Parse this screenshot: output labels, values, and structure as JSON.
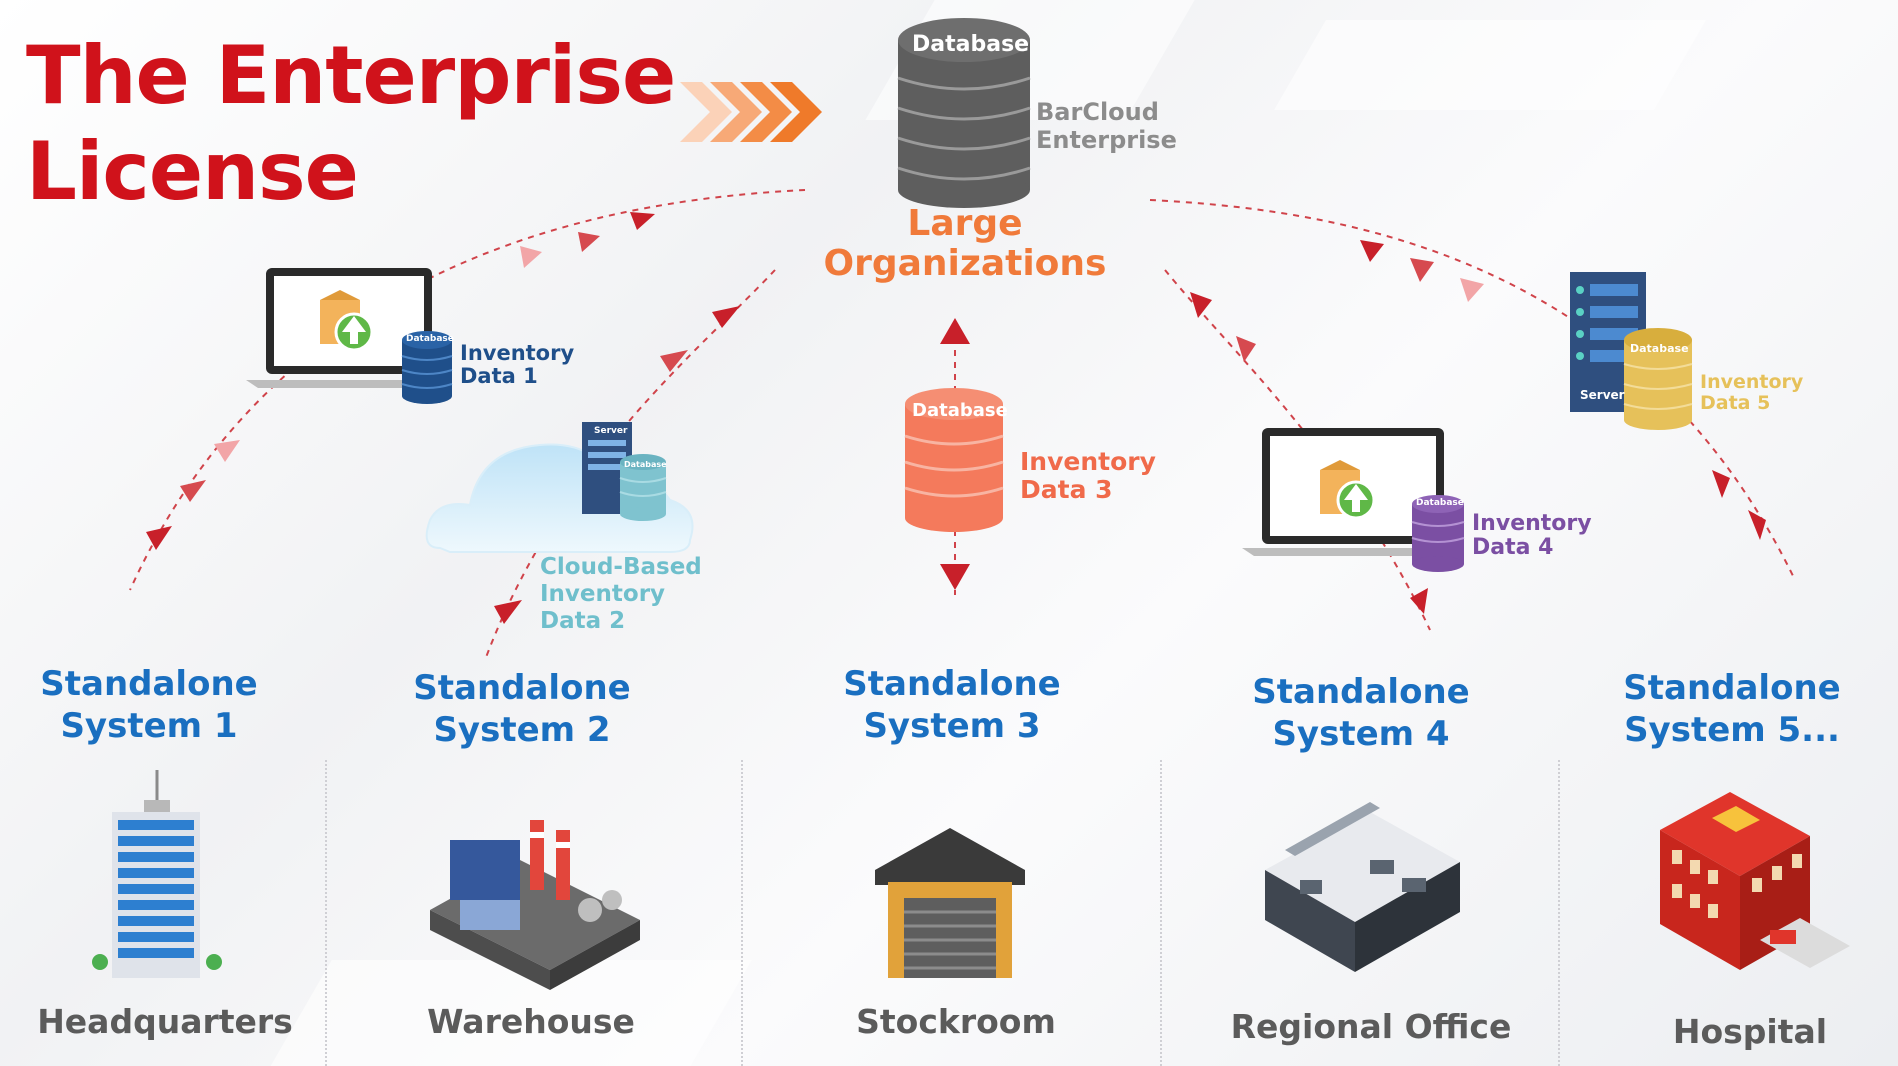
{
  "title": {
    "line1": "The Enterprise",
    "line2": "License"
  },
  "enterprise": {
    "db_label": "Database",
    "name_line1": "BarCloud",
    "name_line2": "Enterprise",
    "caption_line1": "Large",
    "caption_line2": "Organizations"
  },
  "inventories": [
    {
      "db_label": "Database",
      "line1": "Inventory",
      "line2": "Data 1"
    },
    {
      "server_label": "Server",
      "db_label": "Database",
      "line1": "Cloud-Based",
      "line2": "Inventory",
      "line3": "Data 2"
    },
    {
      "db_label": "Database",
      "line1": "Inventory",
      "line2": "Data 3"
    },
    {
      "db_label": "Database",
      "line1": "Inventory",
      "line2": "Data 4"
    },
    {
      "server_label": "Server",
      "db_label": "Database",
      "line1": "Inventory",
      "line2": "Data 5"
    }
  ],
  "systems": [
    {
      "line1": "Standalone",
      "line2": "System 1",
      "place": "Headquarters"
    },
    {
      "line1": "Standalone",
      "line2": "System 2",
      "place": "Warehouse"
    },
    {
      "line1": "Standalone",
      "line2": "System 3",
      "place": "Stockroom"
    },
    {
      "line1": "Standalone",
      "line2": "System 4",
      "place": "Regional Office"
    },
    {
      "line1": "Standalone",
      "line2": "System 5...",
      "place": "Hospital"
    }
  ],
  "colors": {
    "title_red": "#d0121b",
    "system_blue": "#1a6fc0",
    "enterprise_orange": "#f07a3a",
    "arrow_red": "#c8202a",
    "db_grey": "#6e6e6e",
    "db1_navy": "#1f4f8a",
    "db2_teal": "#7fc3cf",
    "db3_salmon": "#f47a5c",
    "db4_purple": "#7b4fa3",
    "db5_gold": "#e6c15a"
  }
}
